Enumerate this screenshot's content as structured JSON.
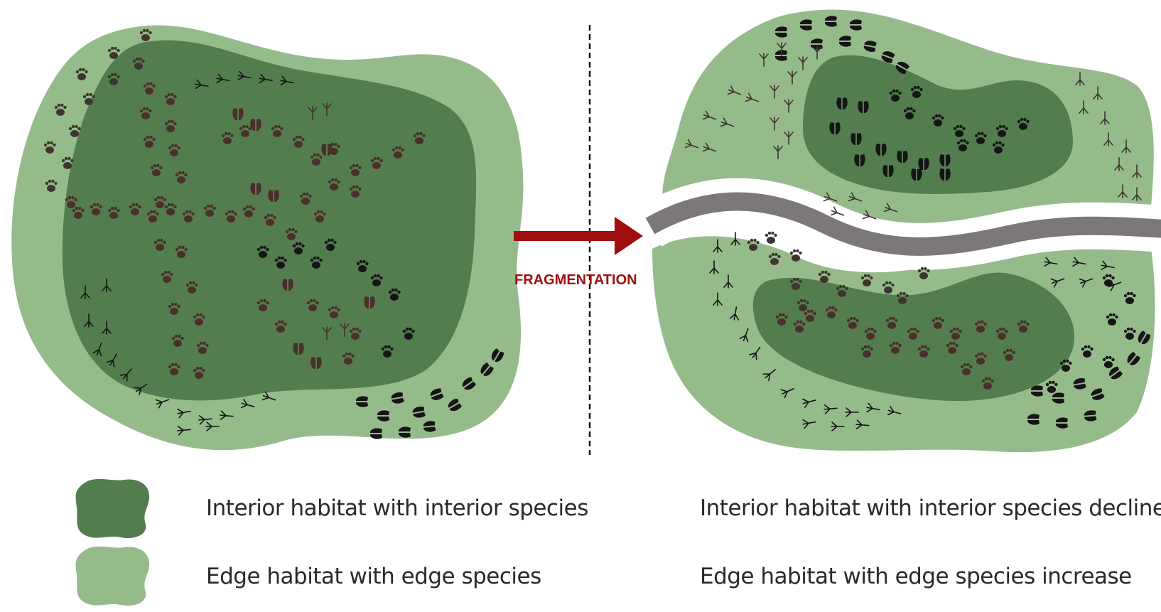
{
  "diagram": {
    "arrow_label": "FRAGMENTATION",
    "legend": {
      "left_interior": "Interior habitat with interior species",
      "left_edge": "Edge habitat with edge species",
      "right_interior": "Interior habitat with interior species decline",
      "right_edge": "Edge habitat with edge species increase"
    }
  },
  "colors": {
    "interior": "#537d4f",
    "edge": "#96bb8b",
    "road": "#7c7878",
    "arrow": "#9e0e0e",
    "track_brown": "#4a2f2a",
    "track_black": "#151515",
    "track_edge": "#3e3530"
  },
  "icons": [
    "paw-print-icon",
    "hoof-print-icon",
    "bird-track-icon",
    "arrow-right-icon",
    "dashed-divider"
  ]
}
